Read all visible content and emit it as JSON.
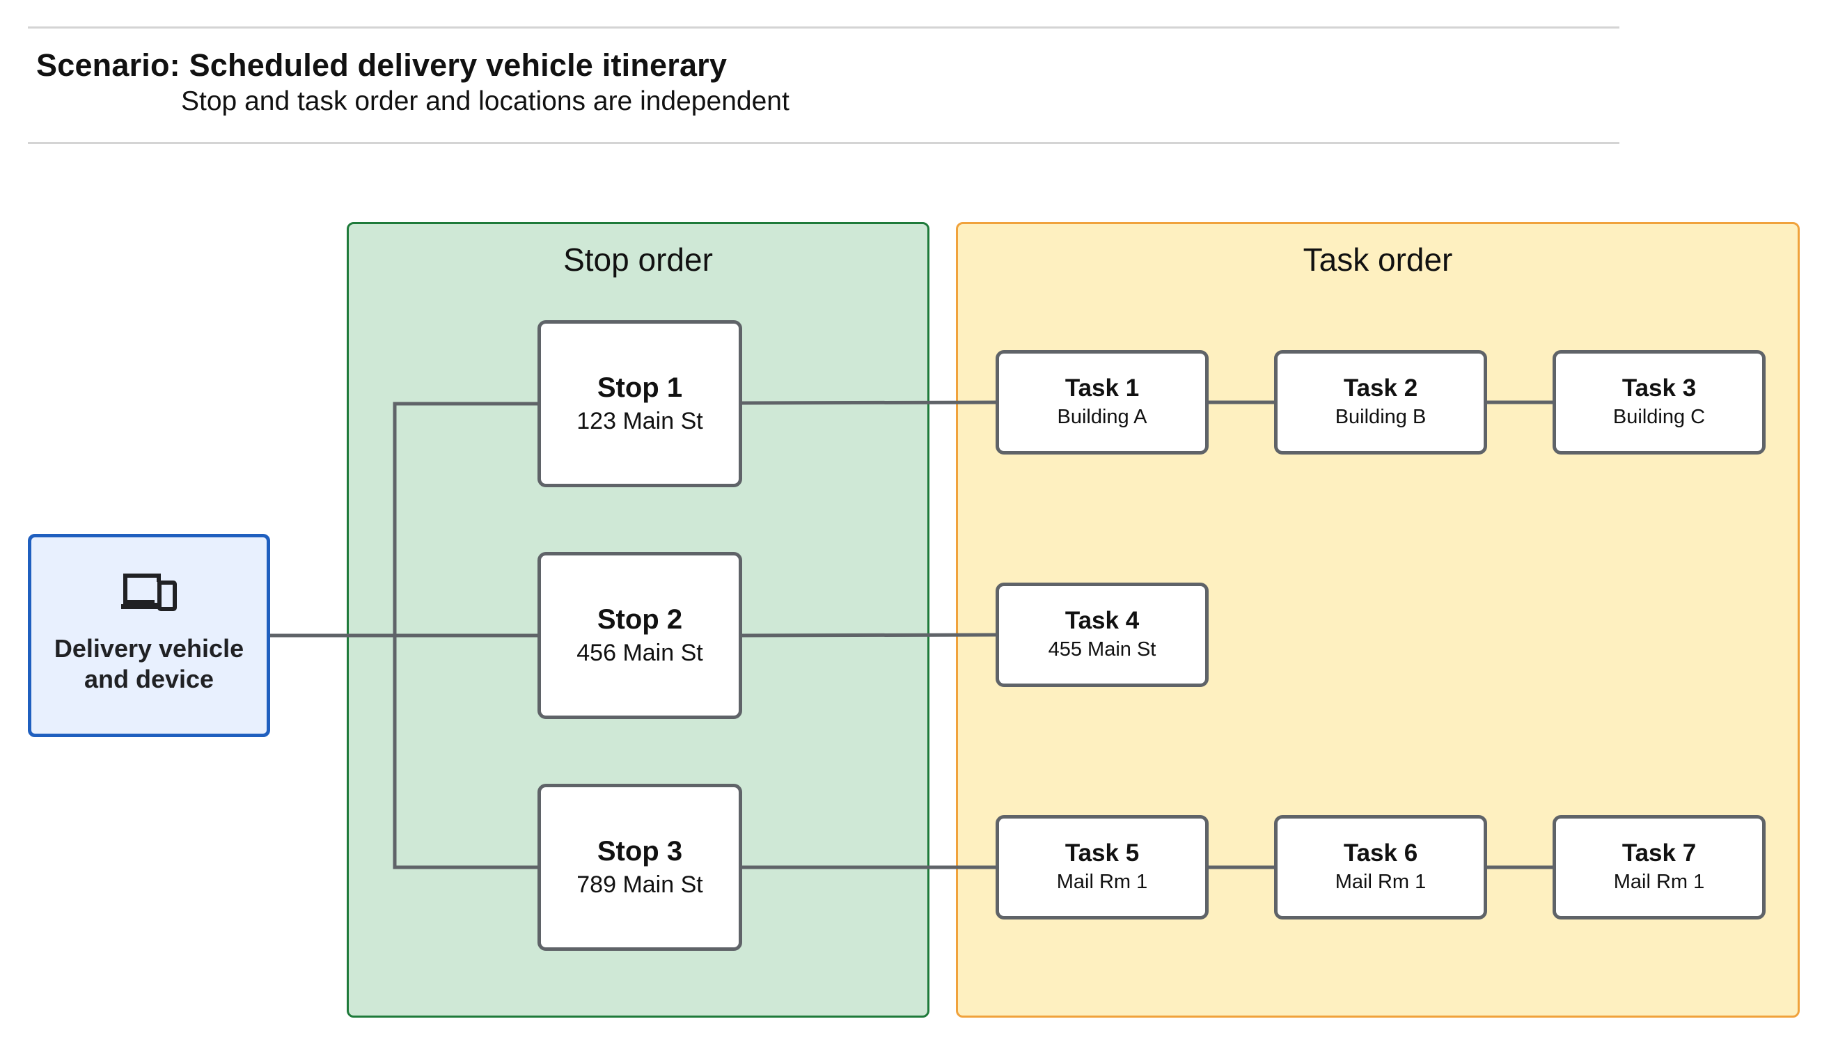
{
  "header": {
    "title": "Scenario: Scheduled delivery vehicle itinerary",
    "subtitle": "Stop and task order and locations are independent"
  },
  "vehicle": {
    "label_line1": "Delivery vehicle",
    "label_line2": "and device",
    "icon": "devices-icon"
  },
  "stop_panel": {
    "label": "Stop order"
  },
  "task_panel": {
    "label": "Task order"
  },
  "stops": [
    {
      "title": "Stop 1",
      "address": "123 Main St"
    },
    {
      "title": "Stop 2",
      "address": "456 Main St"
    },
    {
      "title": "Stop 3",
      "address": "789 Main St"
    }
  ],
  "tasks": [
    {
      "title": "Task 1",
      "location": "Building A"
    },
    {
      "title": "Task 2",
      "location": "Building B"
    },
    {
      "title": "Task 3",
      "location": "Building C"
    },
    {
      "title": "Task 4",
      "location": "455 Main St"
    },
    {
      "title": "Task 5",
      "location": "Mail Rm 1"
    },
    {
      "title": "Task 6",
      "location": "Mail Rm 1"
    },
    {
      "title": "Task 7",
      "location": "Mail Rm 1"
    }
  ],
  "colors": {
    "stop_panel_fill": "#cfe8d6",
    "stop_panel_border": "#1e7a3a",
    "task_panel_fill": "#fef0c0",
    "task_panel_border": "#f0a23c",
    "vehicle_fill": "#e8f0fe",
    "vehicle_border": "#1f5fbf",
    "connector": "#5f6368"
  }
}
